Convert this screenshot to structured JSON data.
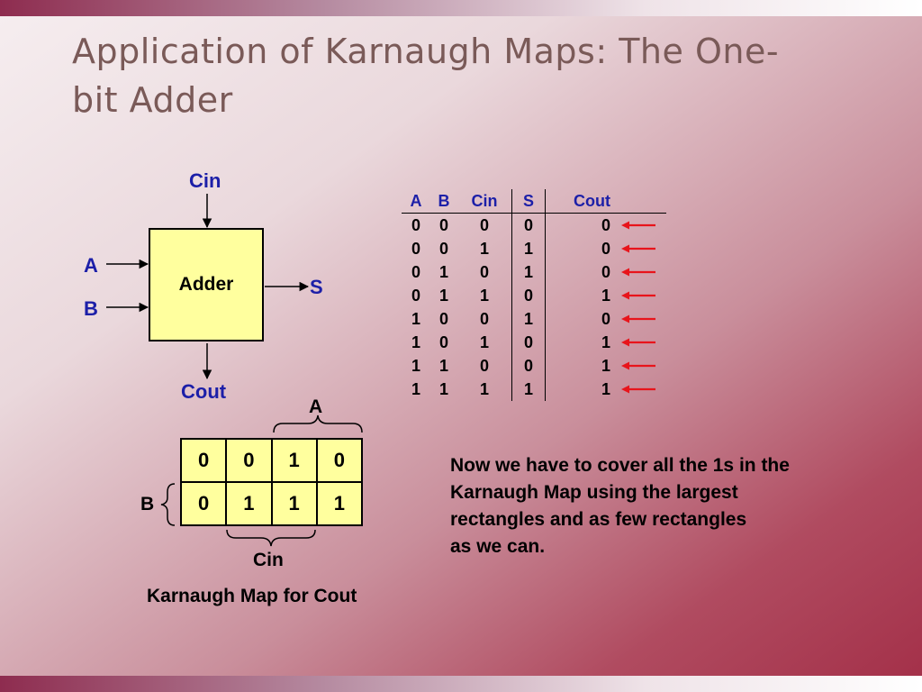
{
  "slide": {
    "title_line1": "Application of Karnaugh Maps: The One-",
    "title_line2": "bit Adder"
  },
  "adder": {
    "label": "Adder",
    "input_cin": "Cin",
    "input_a": "A",
    "input_b": "B",
    "output_s": "S",
    "output_cout": "Cout"
  },
  "truth_table": {
    "headers": [
      "A",
      "B",
      "Cin",
      "S",
      "Cout"
    ],
    "rows": [
      [
        "0",
        "0",
        "0",
        "0",
        "0"
      ],
      [
        "0",
        "0",
        "1",
        "1",
        "0"
      ],
      [
        "0",
        "1",
        "0",
        "1",
        "0"
      ],
      [
        "0",
        "1",
        "1",
        "0",
        "1"
      ],
      [
        "1",
        "0",
        "0",
        "1",
        "0"
      ],
      [
        "1",
        "0",
        "1",
        "0",
        "1"
      ],
      [
        "1",
        "1",
        "0",
        "0",
        "1"
      ],
      [
        "1",
        "1",
        "1",
        "1",
        "1"
      ]
    ],
    "arrow_color": "#e8141b"
  },
  "kmap": {
    "label_a": "A",
    "label_b": "B",
    "label_cin": "Cin",
    "cells": [
      [
        "0",
        "0",
        "1",
        "0"
      ],
      [
        "0",
        "1",
        "1",
        "1"
      ]
    ],
    "caption": "Karnaugh Map for Cout"
  },
  "paragraph": {
    "lines": [
      "Now we have to cover all the 1s in the",
      "Karnaugh Map using the largest",
      "rectangles and as few rectangles",
      "as we can."
    ]
  },
  "colors": {
    "label_blue": "#1c1fa8",
    "box_fill": "#ffff9e",
    "title": "#7a5a58"
  }
}
